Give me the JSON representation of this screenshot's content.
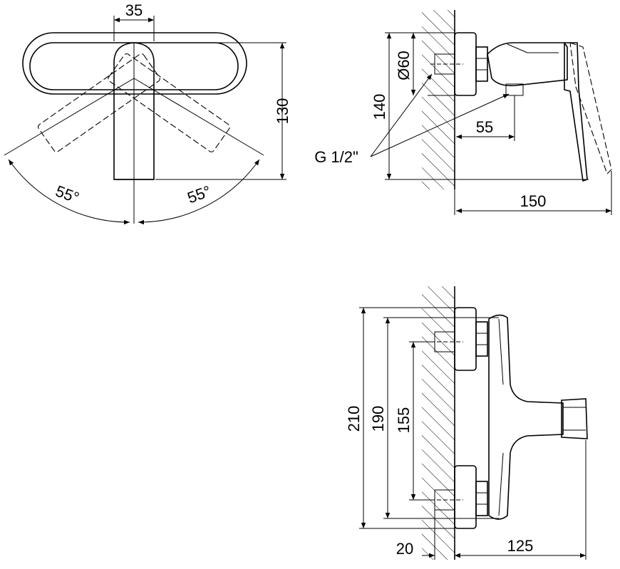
{
  "dimensions": {
    "top_view": {
      "handle_width": "35",
      "height": "130",
      "angle_left": "55°",
      "angle_right": "55°"
    },
    "side_view": {
      "diameter": "Ø60",
      "height": "140",
      "offset": "55",
      "depth": "150",
      "thread": "G 1/2\""
    },
    "front_view": {
      "height_outer": "210",
      "height_mid": "190",
      "center_distance": "155",
      "wall_offset": "20",
      "projection": "125"
    }
  }
}
